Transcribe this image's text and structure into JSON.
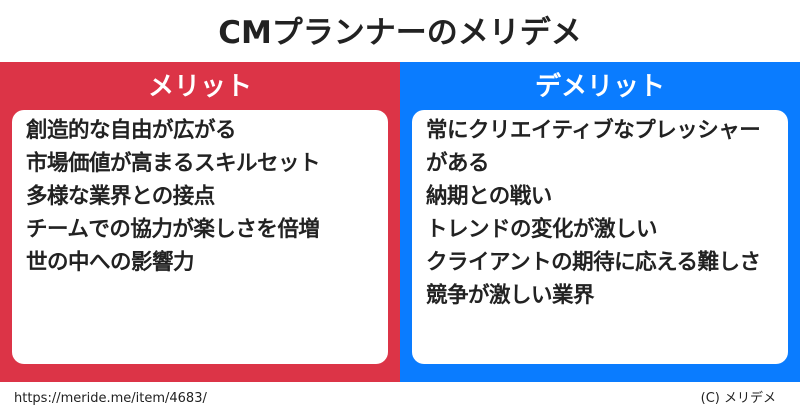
{
  "title": "CMプランナーのメリデメ",
  "merits": {
    "heading": "メリット",
    "items": [
      "創造的な自由が広がる",
      "市場価値が高まるスキルセット",
      "多様な業界との接点",
      "チームでの協力が楽しさを倍増",
      "世の中への影響力"
    ]
  },
  "demerits": {
    "heading": "デメリット",
    "items": [
      "常にクリエイティブなプレッシャーがある",
      "納期との戦い",
      "トレンドの変化が激しい",
      "クライアントの期待に応える難しさ",
      "競争が激しい業界"
    ]
  },
  "footer": {
    "url": "https://meride.me/item/4683/",
    "copyright": "(C) メリデメ"
  },
  "colors": {
    "merit_red": "#dc3447",
    "demerit_blue": "#0a7cff"
  }
}
